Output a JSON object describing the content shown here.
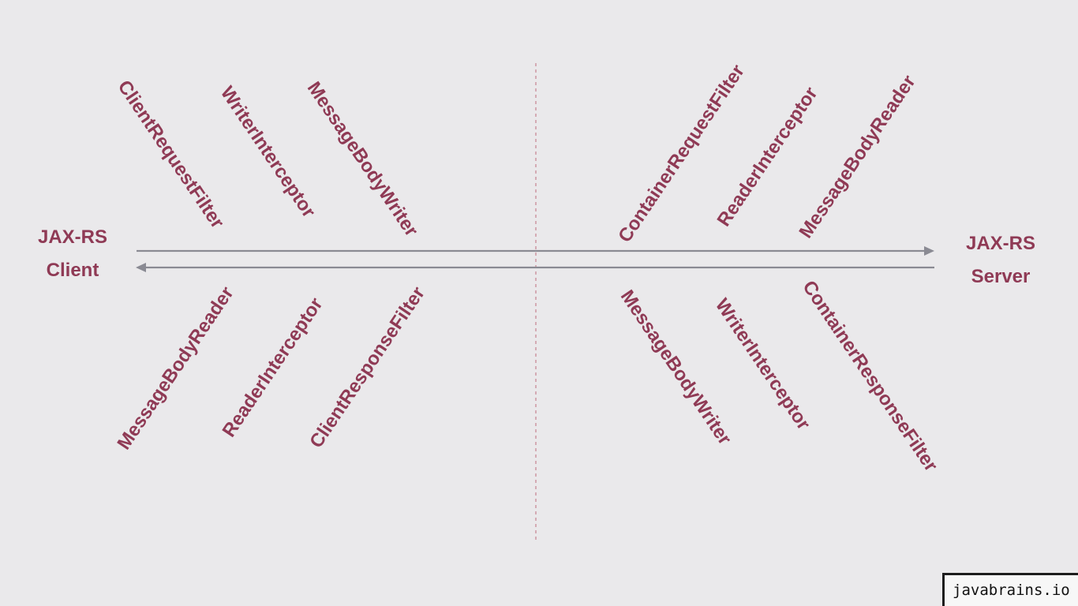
{
  "client": {
    "line1": "JAX-RS",
    "line2": "Client"
  },
  "server": {
    "line1": "JAX-RS",
    "line2": "Server"
  },
  "client_request_steps": [
    "ClientRequestFilter",
    "WriterInterceptor",
    "MessageBodyWriter"
  ],
  "server_request_steps": [
    "ContainerRequestFilter",
    "ReaderInterceptor",
    "MessageBodyReader"
  ],
  "client_response_steps": [
    "MessageBodyReader",
    "ReaderInterceptor",
    "ClientResponseFilter"
  ],
  "server_response_steps": [
    "MessageBodyWriter",
    "WriterInterceptor",
    "ContainerResponseFilter"
  ],
  "watermark": "javabrains.io",
  "colors": {
    "text": "#8f3a55",
    "arrow": "#8a8a93",
    "divider": "#c98a96",
    "background": "#eae9eb"
  }
}
